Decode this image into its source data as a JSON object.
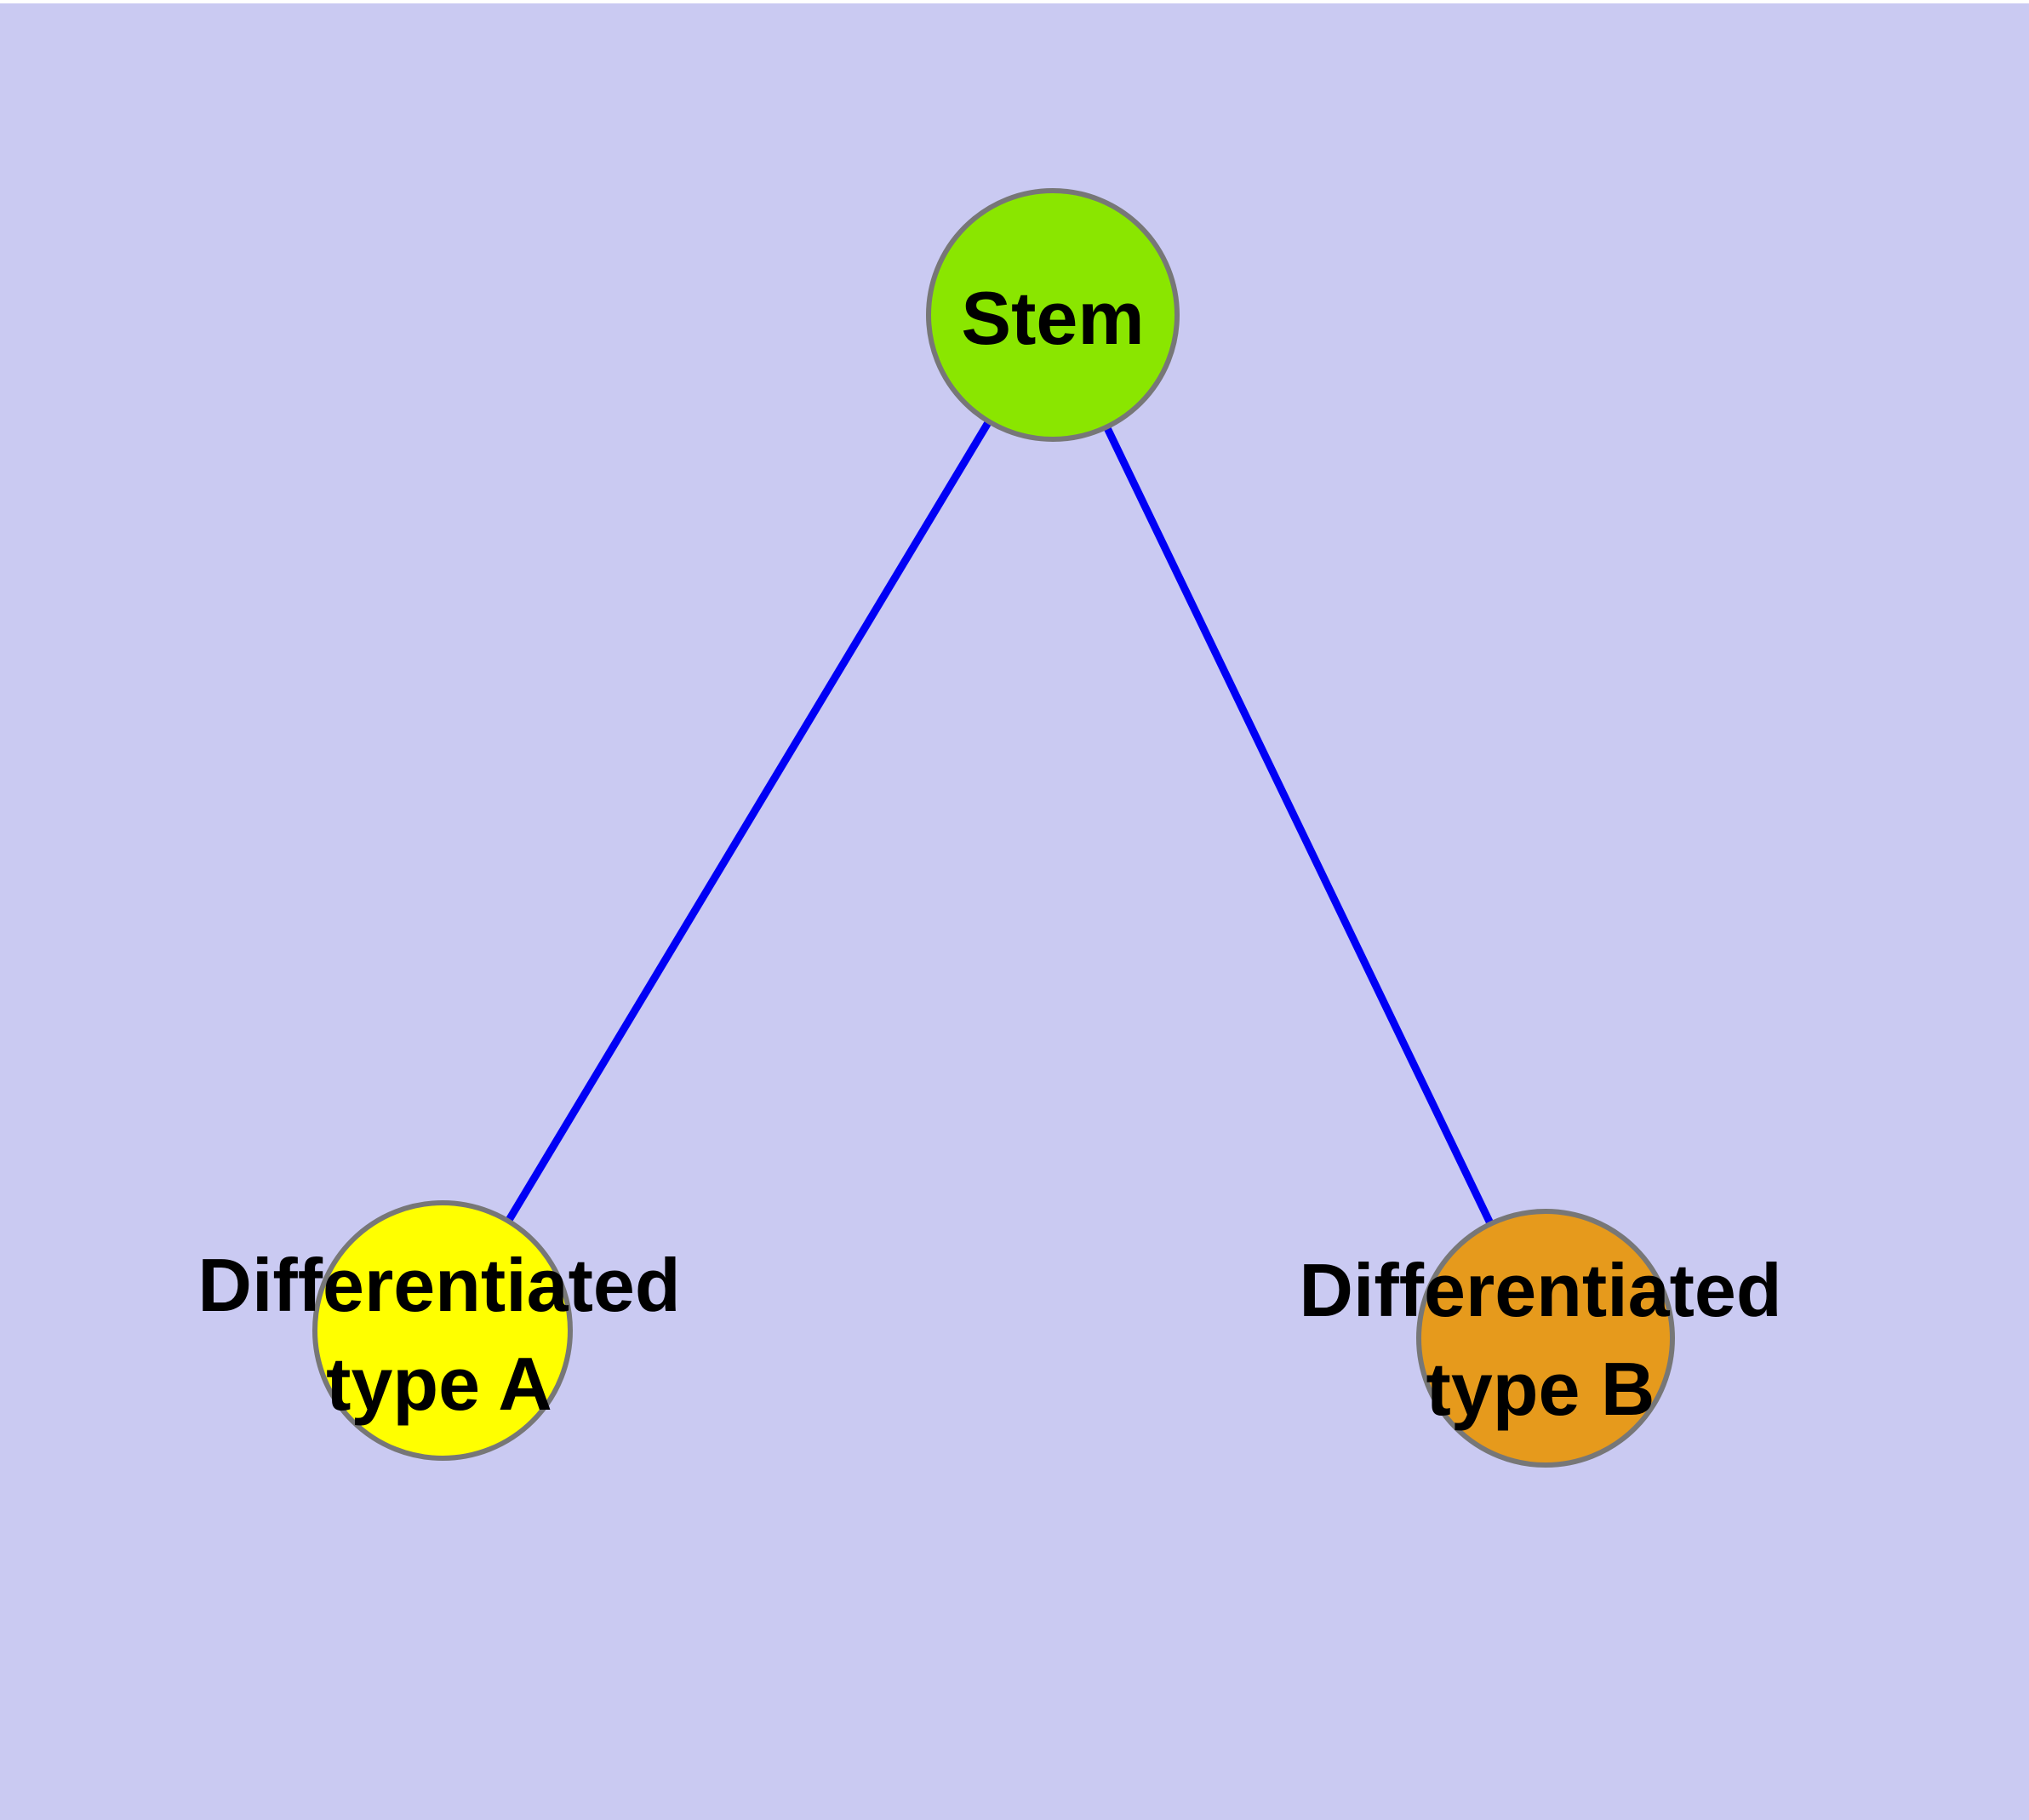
{
  "diagram": {
    "type": "graph",
    "background_color": "#cacaf2",
    "top_margin_color": "#ffffff",
    "edge_color": "#0000f5",
    "node_border_color": "#777777",
    "label_color": "#000000",
    "nodes": [
      {
        "id": "stem",
        "label": "Stem",
        "color": "#8ae600"
      },
      {
        "id": "type-a",
        "label": "Differentiated\ntype A",
        "color": "#ffff00"
      },
      {
        "id": "type-b",
        "label": "Differentiated\ntype B",
        "color": "#e69a1c"
      }
    ],
    "edges": [
      {
        "from": "Stem",
        "to": "Differentiated type A"
      },
      {
        "from": "Stem",
        "to": "Differentiated type B"
      }
    ]
  }
}
